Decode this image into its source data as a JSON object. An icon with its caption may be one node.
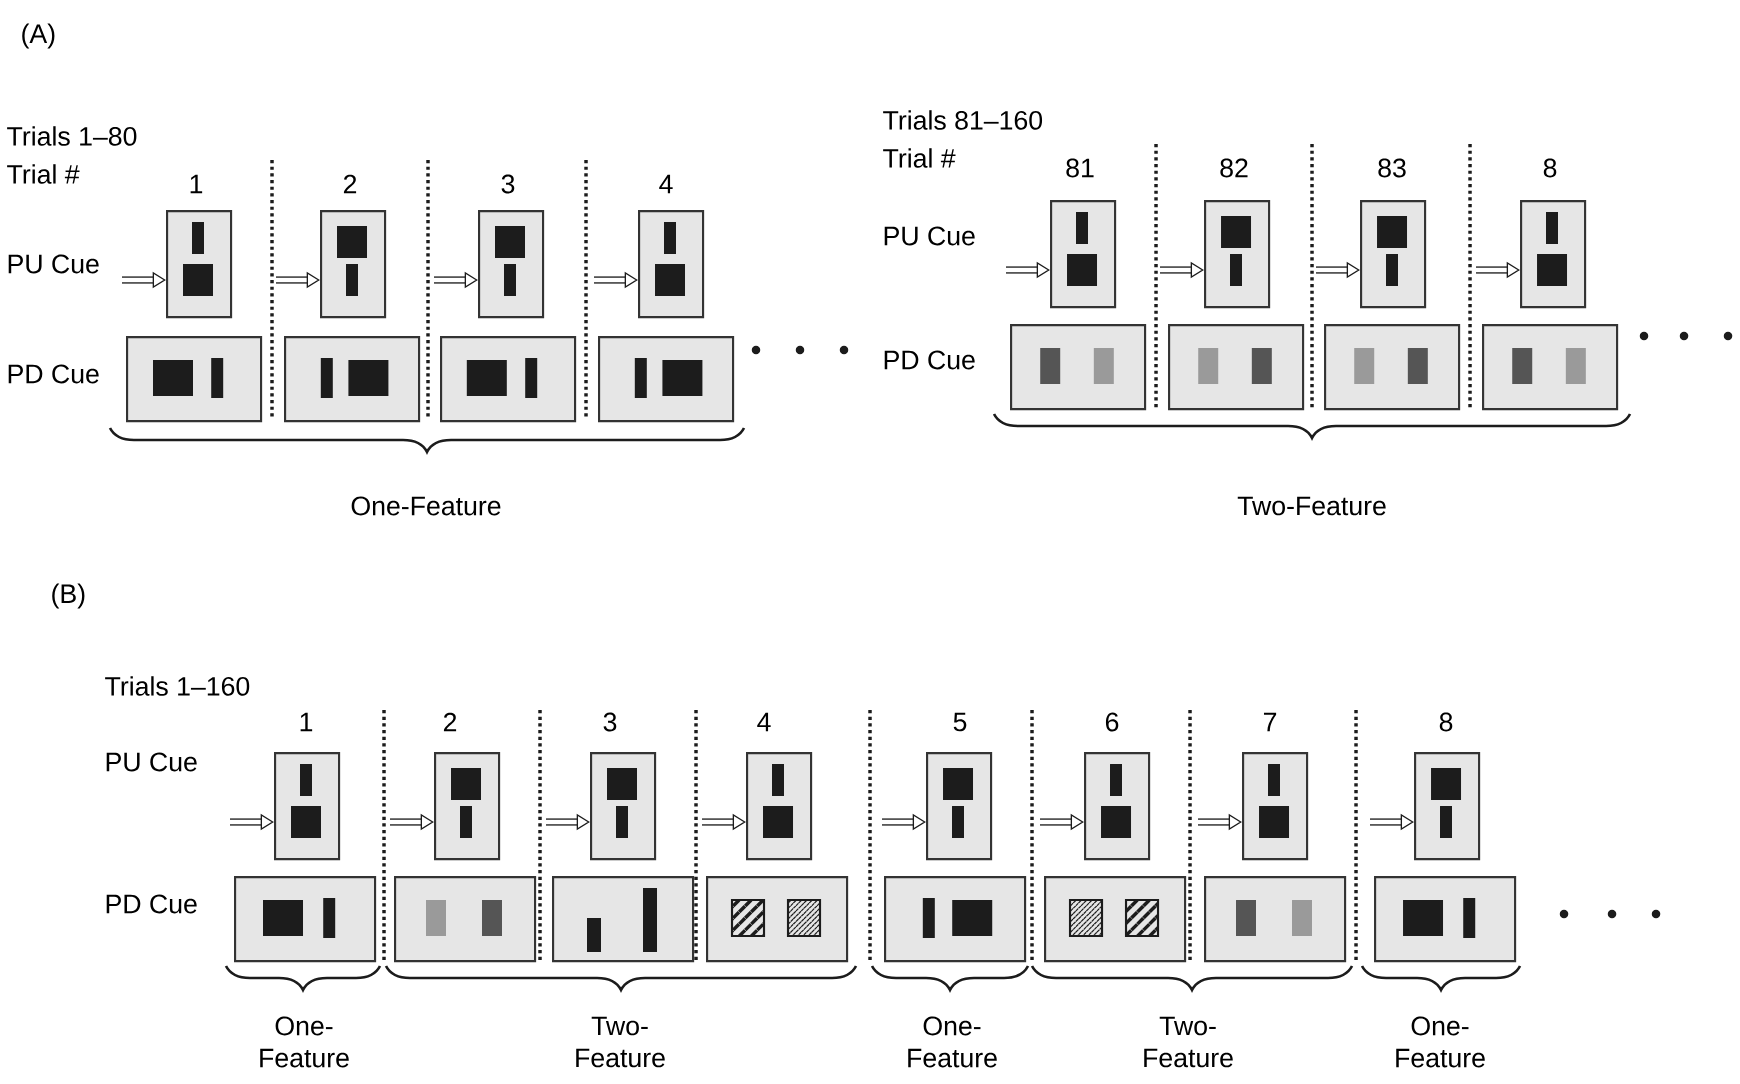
{
  "diagram": {
    "nodes": [
      {
        "text": [],
        "shape": "box"
      },
      {
        "text": [],
        "shape": "box"
      },
      {
        "text": [],
        "shape": "box"
      },
      {
        "text": [],
        "shape": "box"
      },
      {
        "text": [],
        "shape": "box"
      },
      {
        "text": [],
        "shape": "box"
      },
      {
        "text": [],
        "shape": "box"
      },
      {
        "text": [],
        "shape": "box"
      },
      {
        "text": [],
        "shape": "box"
      },
      {
        "text": [],
        "shape": "box"
      },
      {
        "text": [],
        "shape": "box"
      },
      {
        "text": [],
        "shape": "box"
      },
      {
        "text": [],
        "shape": "box"
      },
      {
        "text": [],
        "shape": "box"
      },
      {
        "text": [],
        "shape": "box"
      },
      {
        "text": [],
        "shape": "box"
      },
      {
        "text": [],
        "shape": "box"
      },
      {
        "text": [],
        "shape": "box"
      },
      {
        "text": [],
        "shape": "box"
      },
      {
        "text": [],
        "shape": "box"
      },
      {
        "text": [],
        "shape": "box"
      },
      {
        "text": [],
        "shape": "box"
      },
      {
        "text": [],
        "shape": "box"
      },
      {
        "text": [],
        "shape": "box"
      },
      {
        "text": [],
        "shape": "box"
      },
      {
        "text": [],
        "shape": "box"
      },
      {
        "text": [],
        "shape": "box"
      },
      {
        "text": [],
        "shape": "box"
      },
      {
        "text": [],
        "shape": "box"
      },
      {
        "text": [],
        "shape": "box"
      },
      {
        "text": [],
        "shape": "box"
      },
      {
        "text": [],
        "shape": "box"
      }
    ],
    "edges": [
      {
        "from": null,
        "to": 0,
        "arrow": "to"
      },
      {
        "from": null,
        "to": 2,
        "arrow": "to"
      },
      {
        "from": null,
        "to": 4,
        "arrow": "to"
      },
      {
        "from": null,
        "to": 6,
        "arrow": "to"
      },
      {
        "from": null,
        "to": 8,
        "arrow": "to"
      },
      {
        "from": null,
        "to": 10,
        "arrow": "to"
      },
      {
        "from": null,
        "to": 12,
        "arrow": "to"
      },
      {
        "from": null,
        "to": 14,
        "arrow": "to"
      },
      {
        "from": null,
        "to": 16,
        "arrow": "to"
      },
      {
        "from": null,
        "to": 18,
        "arrow": "to"
      },
      {
        "from": null,
        "to": 20,
        "arrow": "to"
      },
      {
        "from": null,
        "to": 22,
        "arrow": "to"
      },
      {
        "from": null,
        "to": 24,
        "arrow": "to"
      },
      {
        "from": null,
        "to": 26,
        "arrow": "to"
      },
      {
        "from": null,
        "to": 28,
        "arrow": "to"
      },
      {
        "from": null,
        "to": 30,
        "arrow": "to"
      }
    ],
    "labels": [
      "(A)",
      "Trials 1–80",
      "Trial #",
      "1",
      "2",
      "3",
      "4",
      "PU Cue",
      "PD Cue",
      "One-Feature",
      "Trials 81–160",
      "Trial #",
      "81",
      "82",
      "83",
      "8",
      "PU Cue",
      "PD Cue",
      "Two-Feature",
      "(B)",
      "Trials 1–160",
      "1",
      "2",
      "3",
      "4",
      "5",
      "6",
      "7",
      "8",
      "PU Cue",
      "PD Cue",
      "One- Feature",
      "Two- Feature",
      "One- Feature",
      "Two- Feature",
      "One- Feature"
    ]
  }
}
